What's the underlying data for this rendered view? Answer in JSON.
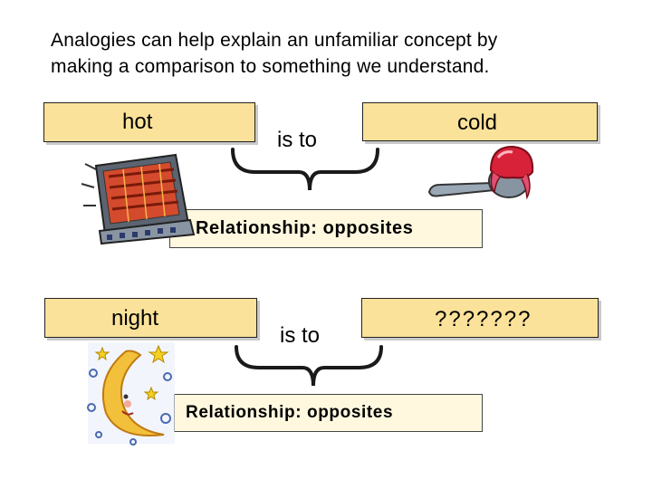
{
  "intro": {
    "line1": "Analogies can help explain an unfamiliar concept by",
    "line2": "making a comparison to something we understand."
  },
  "analogy1": {
    "left_word": "hot",
    "connector": "is to",
    "right_word": "cold",
    "relationship": "Relationship: opposites"
  },
  "analogy2": {
    "left_word": "night",
    "connector": "is to",
    "right_word": "???????",
    "relationship": "Relationship: opposites"
  },
  "images": {
    "analogy1_left": "space-heater-clipart",
    "analogy1_right": "ice-cream-scoop-clipart",
    "analogy2_left": "crescent-moon-stars-clipart"
  },
  "colors": {
    "word_box": "#fbe29a",
    "relationship_box": "#fff8df"
  }
}
